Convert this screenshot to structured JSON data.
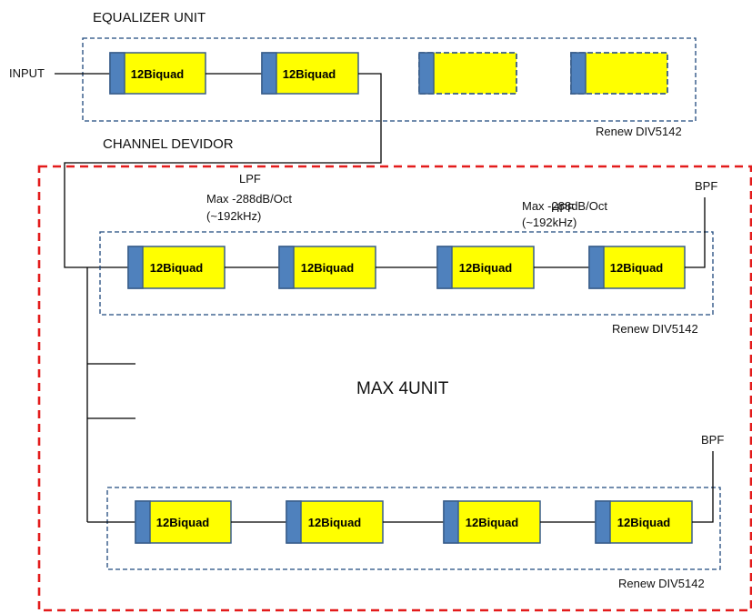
{
  "colors": {
    "block_fill": "#ffff00",
    "block_tab": "#4f81bd",
    "group_border": "#1f497d",
    "red_border": "#e31b1b",
    "line": "#000000"
  },
  "equalizer": {
    "title": "EQUALIZER UNIT",
    "input_label": "INPUT",
    "blocks": [
      "12Biquad",
      "12Biquad",
      "",
      ""
    ],
    "renew": "Renew DIV5142"
  },
  "channel_divider": {
    "title": "CHANNEL DEVIDOR",
    "lpf": {
      "name": "LPF",
      "spec1": "Max -288dB/Oct",
      "spec2": "(~192kHz)"
    },
    "hpf": {
      "name": "HPF",
      "spec1": "Max -288dB/Oct",
      "spec2": "(~192kHz)"
    },
    "bpf_top": "BPF",
    "row1_blocks": [
      "12Biquad",
      "12Biquad",
      "12Biquad",
      "12Biquad"
    ],
    "row1_renew": "Renew DIV5142",
    "max_label": "MAX 4UNIT",
    "bpf_bottom": "BPF",
    "row2_blocks": [
      "12Biquad",
      "12Biquad",
      "12Biquad",
      "12Biquad"
    ],
    "row2_renew": "Renew DIV5142"
  }
}
